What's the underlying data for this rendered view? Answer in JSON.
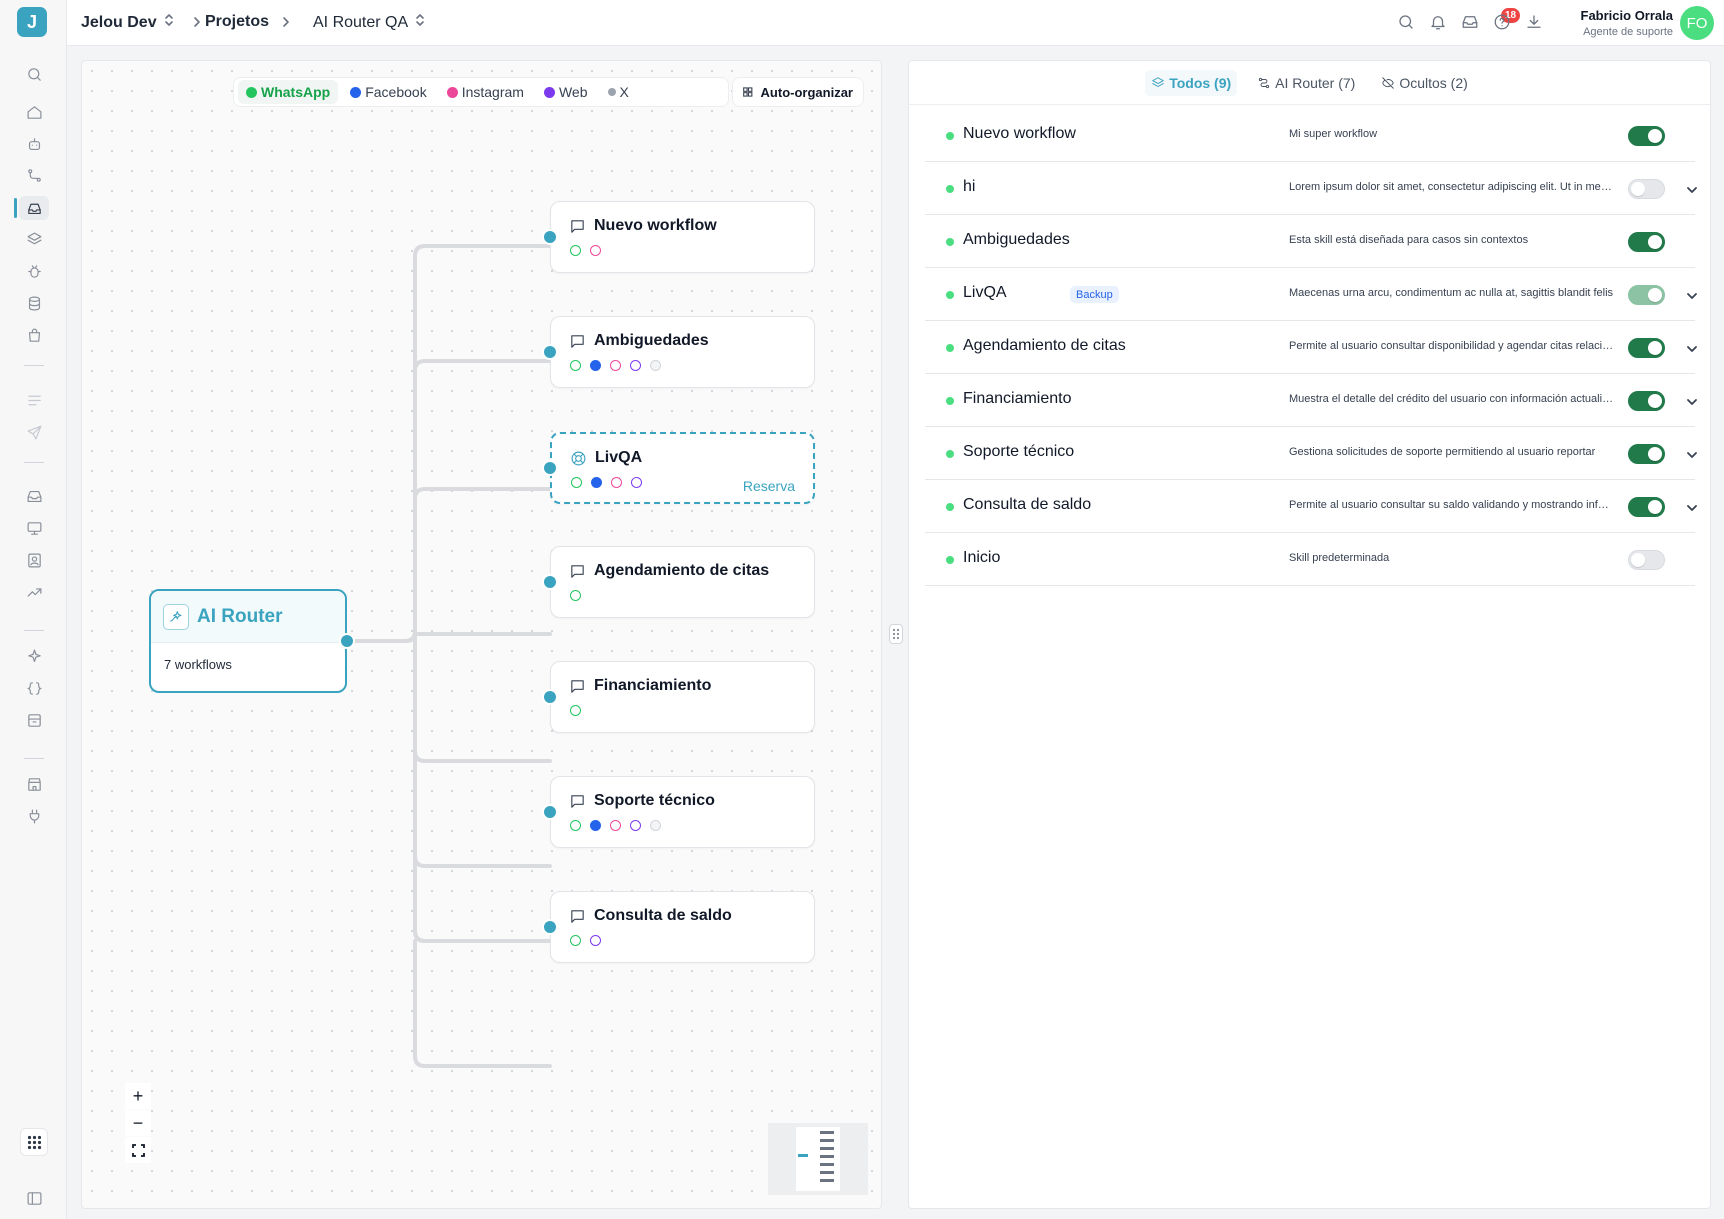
{
  "app": {
    "logo_letter": "J"
  },
  "breadcrumb": {
    "org": "Jelou Dev",
    "section": "Projetos",
    "project": "AI Router QA"
  },
  "header": {
    "notifications_count": "18",
    "user_name": "Fabricio Orrala",
    "user_role": "Agente de suporte",
    "avatar_initials": "FO"
  },
  "canvas": {
    "channels": [
      {
        "label": "WhatsApp",
        "color": "#22c55e"
      },
      {
        "label": "Facebook",
        "color": "#2563eb"
      },
      {
        "label": "Instagram",
        "color": "#ec4899"
      },
      {
        "label": "Web",
        "color": "#7c3aed"
      },
      {
        "label": "X",
        "color": "#9ca3af"
      }
    ],
    "auto_organize_label": "Auto-organizar",
    "router": {
      "title": "AI Router",
      "subtitle": "7 workflows"
    },
    "workflows": [
      {
        "title": "Nuevo workflow",
        "channels": [
          "wa",
          "ig"
        ]
      },
      {
        "title": "Ambiguedades",
        "channels": [
          "wa",
          "fb",
          "ig",
          "web",
          "x"
        ]
      },
      {
        "title": "LivQA",
        "channels": [
          "wa",
          "fb",
          "ig",
          "web"
        ],
        "backup_label": "Reserva"
      },
      {
        "title": "Agendamiento de citas",
        "channels": [
          "wa"
        ]
      },
      {
        "title": "Financiamiento",
        "channels": [
          "wa"
        ]
      },
      {
        "title": "Soporte técnico",
        "channels": [
          "wa",
          "fb",
          "ig",
          "web",
          "x"
        ]
      },
      {
        "title": "Consulta de saldo",
        "channels": [
          "wa",
          "web"
        ]
      }
    ],
    "zoom": {
      "in": "+",
      "out": "−"
    }
  },
  "list": {
    "tabs": [
      {
        "label": "Todos (9)",
        "active": true
      },
      {
        "label": "AI Router (7)",
        "active": false
      },
      {
        "label": "Ocultos (2)",
        "active": false
      }
    ],
    "rows": [
      {
        "name": "Nuevo workflow",
        "tag": "",
        "desc": "Mi super workflow",
        "toggle": "on",
        "chevron": false
      },
      {
        "name": "hi",
        "tag": "",
        "desc": "Lorem ipsum dolor sit amet, consectetur adipiscing elit. Ut in metus",
        "toggle": "off",
        "chevron": true
      },
      {
        "name": "Ambiguedades",
        "tag": "",
        "desc": "Esta skill está diseñada para casos sin contextos",
        "toggle": "on",
        "chevron": false
      },
      {
        "name": "LivQA",
        "tag": "Backup",
        "desc": "Maecenas urna arcu, condimentum ac nulla at, sagittis blandit felis",
        "toggle": "faded",
        "chevron": true
      },
      {
        "name": "Agendamiento de citas",
        "tag": "",
        "desc": "Permite al usuario consultar disponibilidad y agendar citas relacionadas",
        "toggle": "on",
        "chevron": true
      },
      {
        "name": "Financiamiento",
        "tag": "",
        "desc": "Muestra el detalle del crédito del usuario con información actualizada",
        "toggle": "on",
        "chevron": true
      },
      {
        "name": "Soporte técnico",
        "tag": "",
        "desc": "Gestiona solicitudes de soporte permitiendo al usuario reportar",
        "toggle": "on",
        "chevron": true
      },
      {
        "name": "Consulta de saldo",
        "tag": "",
        "desc": "Permite al usuario consultar su saldo validando y mostrando información",
        "toggle": "on",
        "chevron": true
      },
      {
        "name": "Inicio",
        "tag": "",
        "desc": "Skill predeterminada",
        "toggle": "off",
        "chevron": false
      }
    ]
  }
}
